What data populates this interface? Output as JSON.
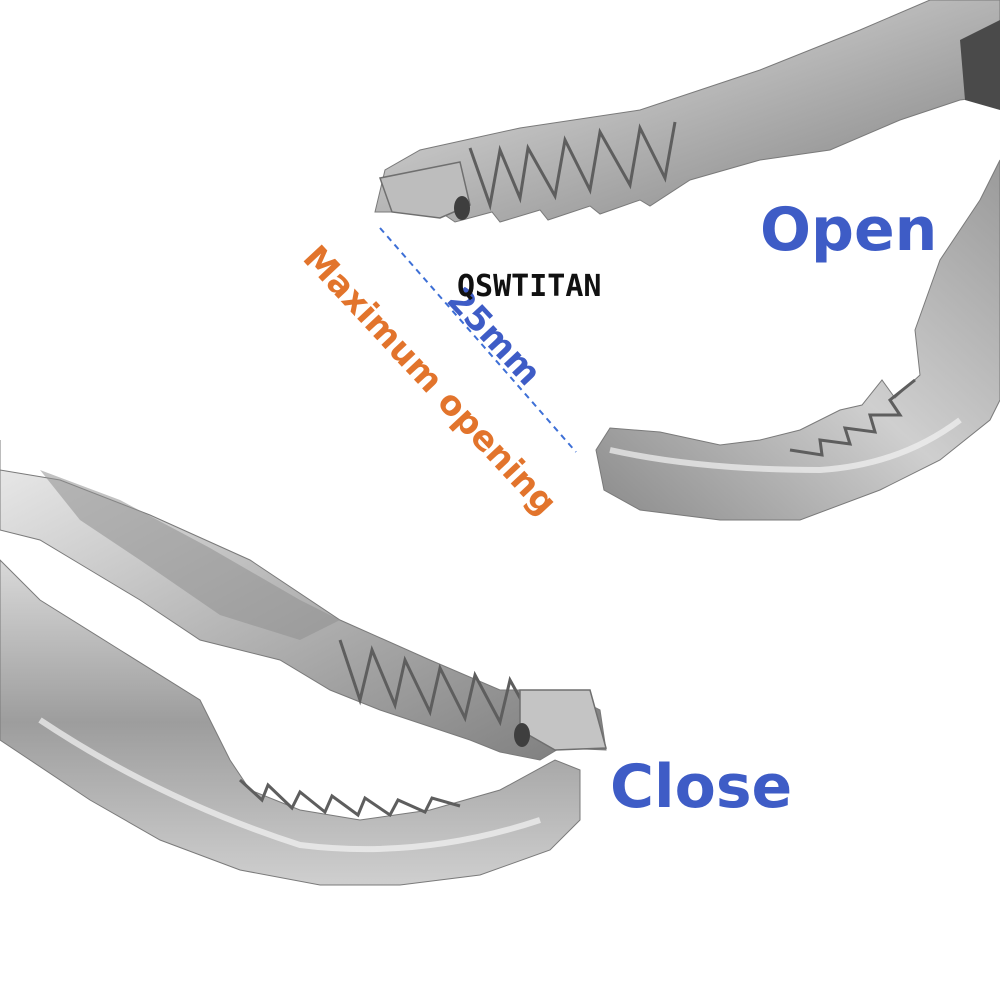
{
  "labels": {
    "open": "Open",
    "close": "Close",
    "brand": "QSWTITAN",
    "max_opening": "Maximum opening",
    "opening_size": "25mm"
  },
  "colors": {
    "label_blue": "#3e5cc6",
    "label_orange": "#e2742c",
    "brand_black": "#111111",
    "metal_light": "#d8d8d8",
    "metal_mid": "#a9a9a9",
    "metal_dark": "#6f6f6f",
    "dimension_line": "#3d6fd6"
  },
  "icons": {
    "illustration": "pliers-jaws-icon",
    "dimension": "dashed-dimension-line-icon"
  }
}
